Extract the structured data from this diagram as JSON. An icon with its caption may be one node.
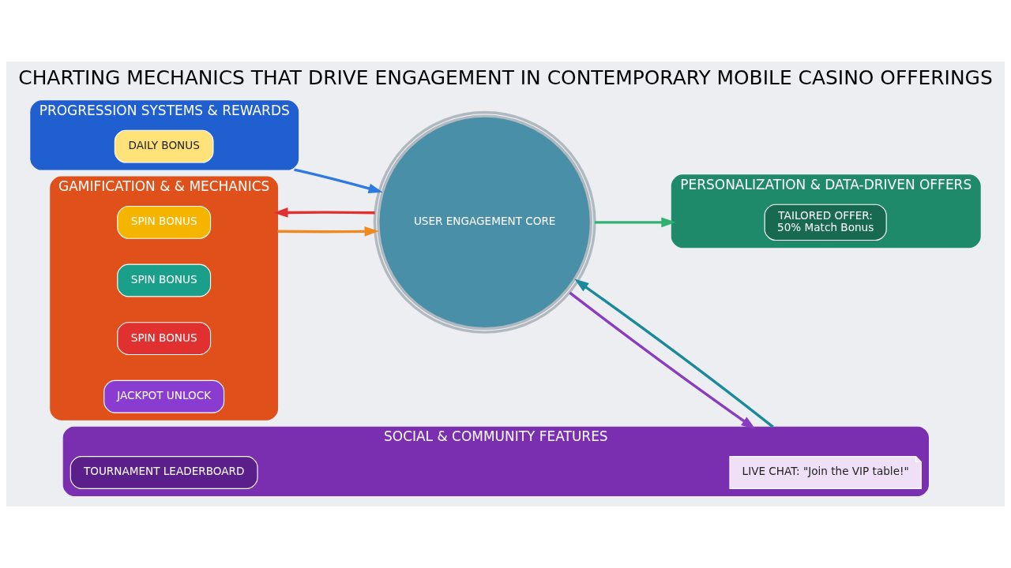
{
  "diagram": {
    "title": "CHARTING MECHANICS THAT DRIVE ENGAGEMENT IN CONTEMPORARY MOBILE CASINO OFFERINGS",
    "nodes": [
      {
        "text": [
          "PROGRESSION SYSTEMS & REWARDS"
        ]
      },
      {
        "text": [
          "DAILY BONUS"
        ],
        "in": 0
      },
      {
        "text": [
          "SOCIAL & COMMUNITY FEATURES"
        ]
      },
      {
        "text": [
          "LIVE CHAT: \"Join the VIP table!\""
        ],
        "in": 2
      },
      {
        "text": [
          "TOURNAMENT LEADERBOARD"
        ],
        "in": 2
      },
      {
        "text": [
          "USER ENGAGEMENT CORE"
        ]
      },
      {
        "text": [
          "GAMIFICATION & & MECHANICS"
        ]
      },
      {
        "text": [
          "SPIN BONUS"
        ],
        "in": 6
      },
      {
        "text": [
          "SPIN BONUS"
        ],
        "in": 6
      },
      {
        "text": [
          "SPIN BONUS"
        ],
        "in": 6
      },
      {
        "text": [
          "JACKPOT UNLOCK"
        ],
        "in": 6
      },
      {
        "text": [
          "PERSONALIZATION & DATA-DRIVEN OFFERS"
        ]
      },
      {
        "text": [
          "TAILORED OFFER:",
          "50% Match Bonus"
        ],
        "in": 11
      }
    ],
    "edges": [
      {
        "from": 0,
        "to": 5,
        "arrow": "to",
        "color": "#2f7ae0"
      },
      {
        "from": 5,
        "to": 2,
        "arrow": "to",
        "color": "#8a3cc0"
      },
      {
        "from": 2,
        "to": 5,
        "arrow": "to",
        "color": "#1a8a9a"
      },
      {
        "from": 6,
        "to": 5,
        "arrow": "to",
        "color": "#f08a20"
      },
      {
        "from": 5,
        "to": 6,
        "arrow": "to",
        "color": "#e03030"
      },
      {
        "from": 5,
        "to": 11,
        "arrow": "to",
        "color": "#30b070"
      }
    ]
  }
}
